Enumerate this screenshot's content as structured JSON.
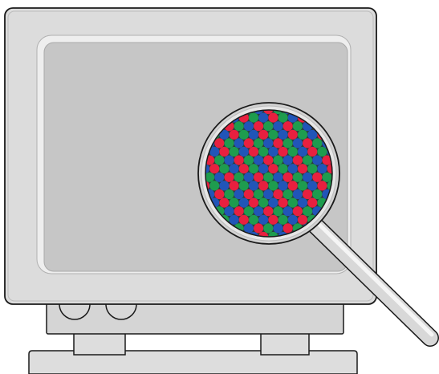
{
  "illustration": {
    "subject": "crt-monitor-with-magnifier",
    "icons": [
      "monitor-icon",
      "magnifying-glass-icon"
    ],
    "colors": {
      "casing": "#dcdcdc",
      "casing_shadow": "#c9c9c9",
      "screen": "#c6c6c6",
      "screen_bezel": "#eeeeee",
      "outline": "#1a1a1a",
      "lens_background": "#2a3b3a",
      "handle": "#d8d8d8",
      "phosphor_red": "#e8203f",
      "phosphor_green": "#1e9c4e",
      "phosphor_blue": "#2155b8"
    },
    "phosphor_pattern": [
      "red",
      "green",
      "blue"
    ]
  }
}
